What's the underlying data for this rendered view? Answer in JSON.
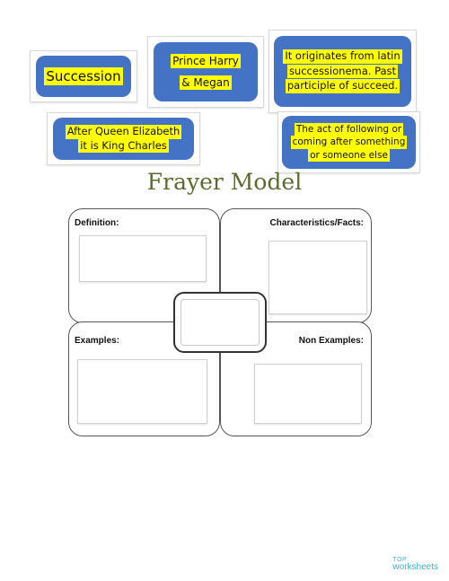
{
  "cards": {
    "succession": "Succession",
    "prince_line1": "Prince Harry",
    "prince_line2": "& Megan",
    "origin_line1": "It originates from latin",
    "origin_line2": "successionema. Past",
    "origin_line3": "participle of succeed.",
    "queen_line1": "After Queen Elizabeth",
    "queen_line2": "it is King Charles",
    "act_line1": "The act of following or",
    "act_line2": "coming after something",
    "act_line3": "or someone else"
  },
  "title": "Frayer Model",
  "quadrants": {
    "definition": "Definition:",
    "characteristics": "Characteristics/Facts:",
    "examples": "Examples:",
    "non_examples": "Non Examples:"
  },
  "logo": {
    "line1": "TOP",
    "line2": "worksheets"
  },
  "colors": {
    "card_blue": "#4472c4",
    "highlight": "#ffff00",
    "title": "#5b6b2e",
    "logo": "#3cb4c8"
  }
}
